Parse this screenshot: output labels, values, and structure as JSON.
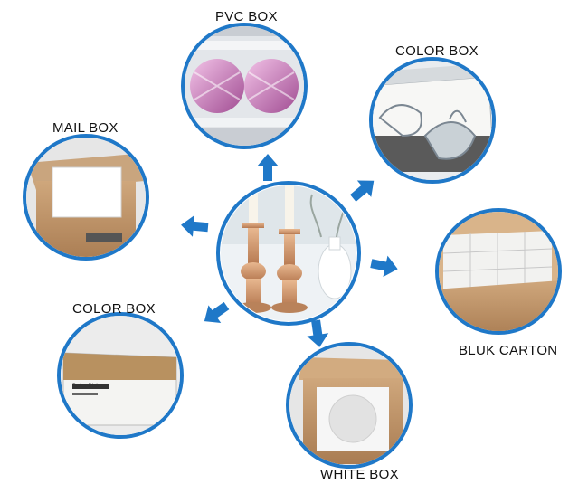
{
  "labels": {
    "pvc_box": "PVC BOX",
    "color_box_top": "COLOR BOX",
    "mail_box": "MAIL BOX",
    "bulk_carton": "BLUK CARTON",
    "color_box_left": "COLOR BOX",
    "white_box": "WHITE BOX"
  },
  "product_label": {
    "title": "Butter Dish"
  },
  "colors": {
    "ring": "#1f78c8",
    "arrow": "#1f78c8"
  }
}
